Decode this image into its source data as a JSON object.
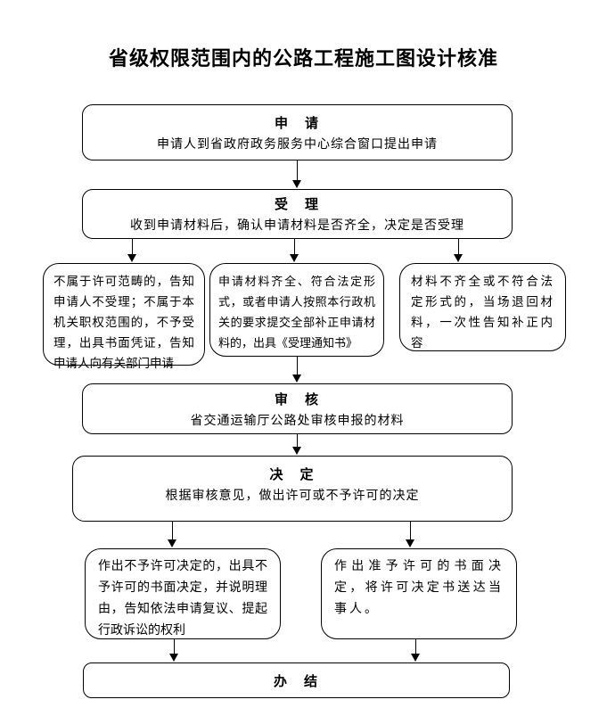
{
  "title": "省级权限范围内的公路工程施工图设计核准",
  "colors": {
    "line": "#000000",
    "background": "#ffffff"
  },
  "flow": {
    "apply": {
      "label": "申　请",
      "desc": "申请人到省政府政务服务中心综合窗口提出申请"
    },
    "accept": {
      "label": "受　理",
      "desc": "收到申请材料后，确认申请材料是否齐全，决定是否受理"
    },
    "branch_not_in_scope": {
      "text": "不属于许可范畴的，告知申请人不受理；不属于本机关职权范围的，不予受理，出具书面凭证，告知申请人向有关部门申请"
    },
    "branch_accept_notice": {
      "text": "申请材料齐全、符合法定形式，或者申请人按照本行政机关的要求提交全部补正申请材料的，出具《受理通知书》"
    },
    "branch_return_materials": {
      "text": "材料不齐全或不符合法定形式的，当场退回材料，一次性告知补正内容"
    },
    "review": {
      "label": "审　核",
      "desc": "省交通运输厅公路处审核申报的材料"
    },
    "decision": {
      "label": "决　定",
      "desc": "根据审核意见，做出许可或不予许可的决定"
    },
    "deny": {
      "text": "作出不予许可决定的，出具不予许可的书面决定，并说明理由，告知依法申请复议、提起行政诉讼的权利"
    },
    "grant": {
      "text": "作出准予许可的书面决定，将许可决定书送达当事人。"
    },
    "complete": {
      "label": "办　结"
    }
  }
}
